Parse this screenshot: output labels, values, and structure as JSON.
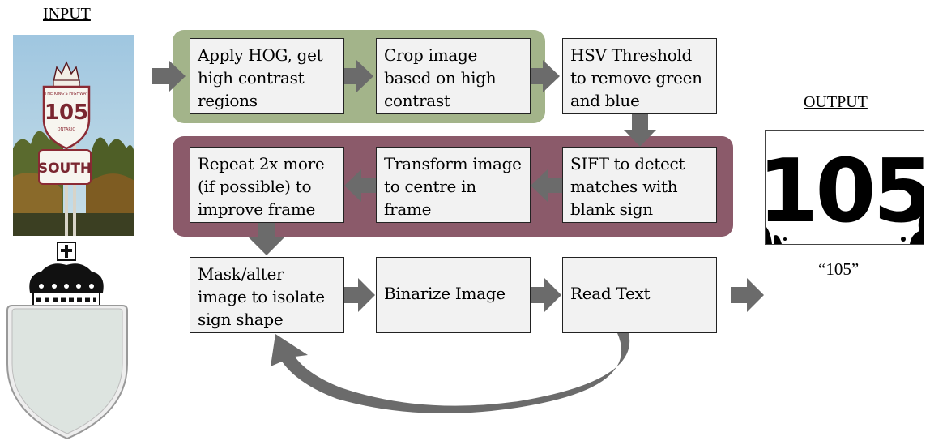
{
  "input_label": "INPUT",
  "output_label": "OUTPUT",
  "input_sign": {
    "top_text": "THE KING'S HIGHWAY",
    "route": "105",
    "bottom_text": "ONTARIO",
    "direction": "SOUTH"
  },
  "steps": {
    "apply_hog": "Apply HOG, get high contrast regions",
    "crop_image": "Crop image based on high contrast",
    "hsv_threshold": "HSV Threshold to remove green and blue",
    "sift": "SIFT to detect matches with blank sign",
    "transform": "Transform image to centre in frame",
    "repeat": "Repeat 2x more (if possible) to improve frame",
    "mask": "Mask/alter image to isolate sign shape",
    "binarize": "Binarize Image",
    "read_text": "Read Text"
  },
  "output_image_text": "105",
  "output_quote": "“105”",
  "colors": {
    "green_panel": "#a3b48a",
    "purple_panel": "#8b5a6a",
    "box_fill": "#f2f2f2",
    "arrow": "#6b6b6b",
    "sign_red": "#8b2a34"
  }
}
